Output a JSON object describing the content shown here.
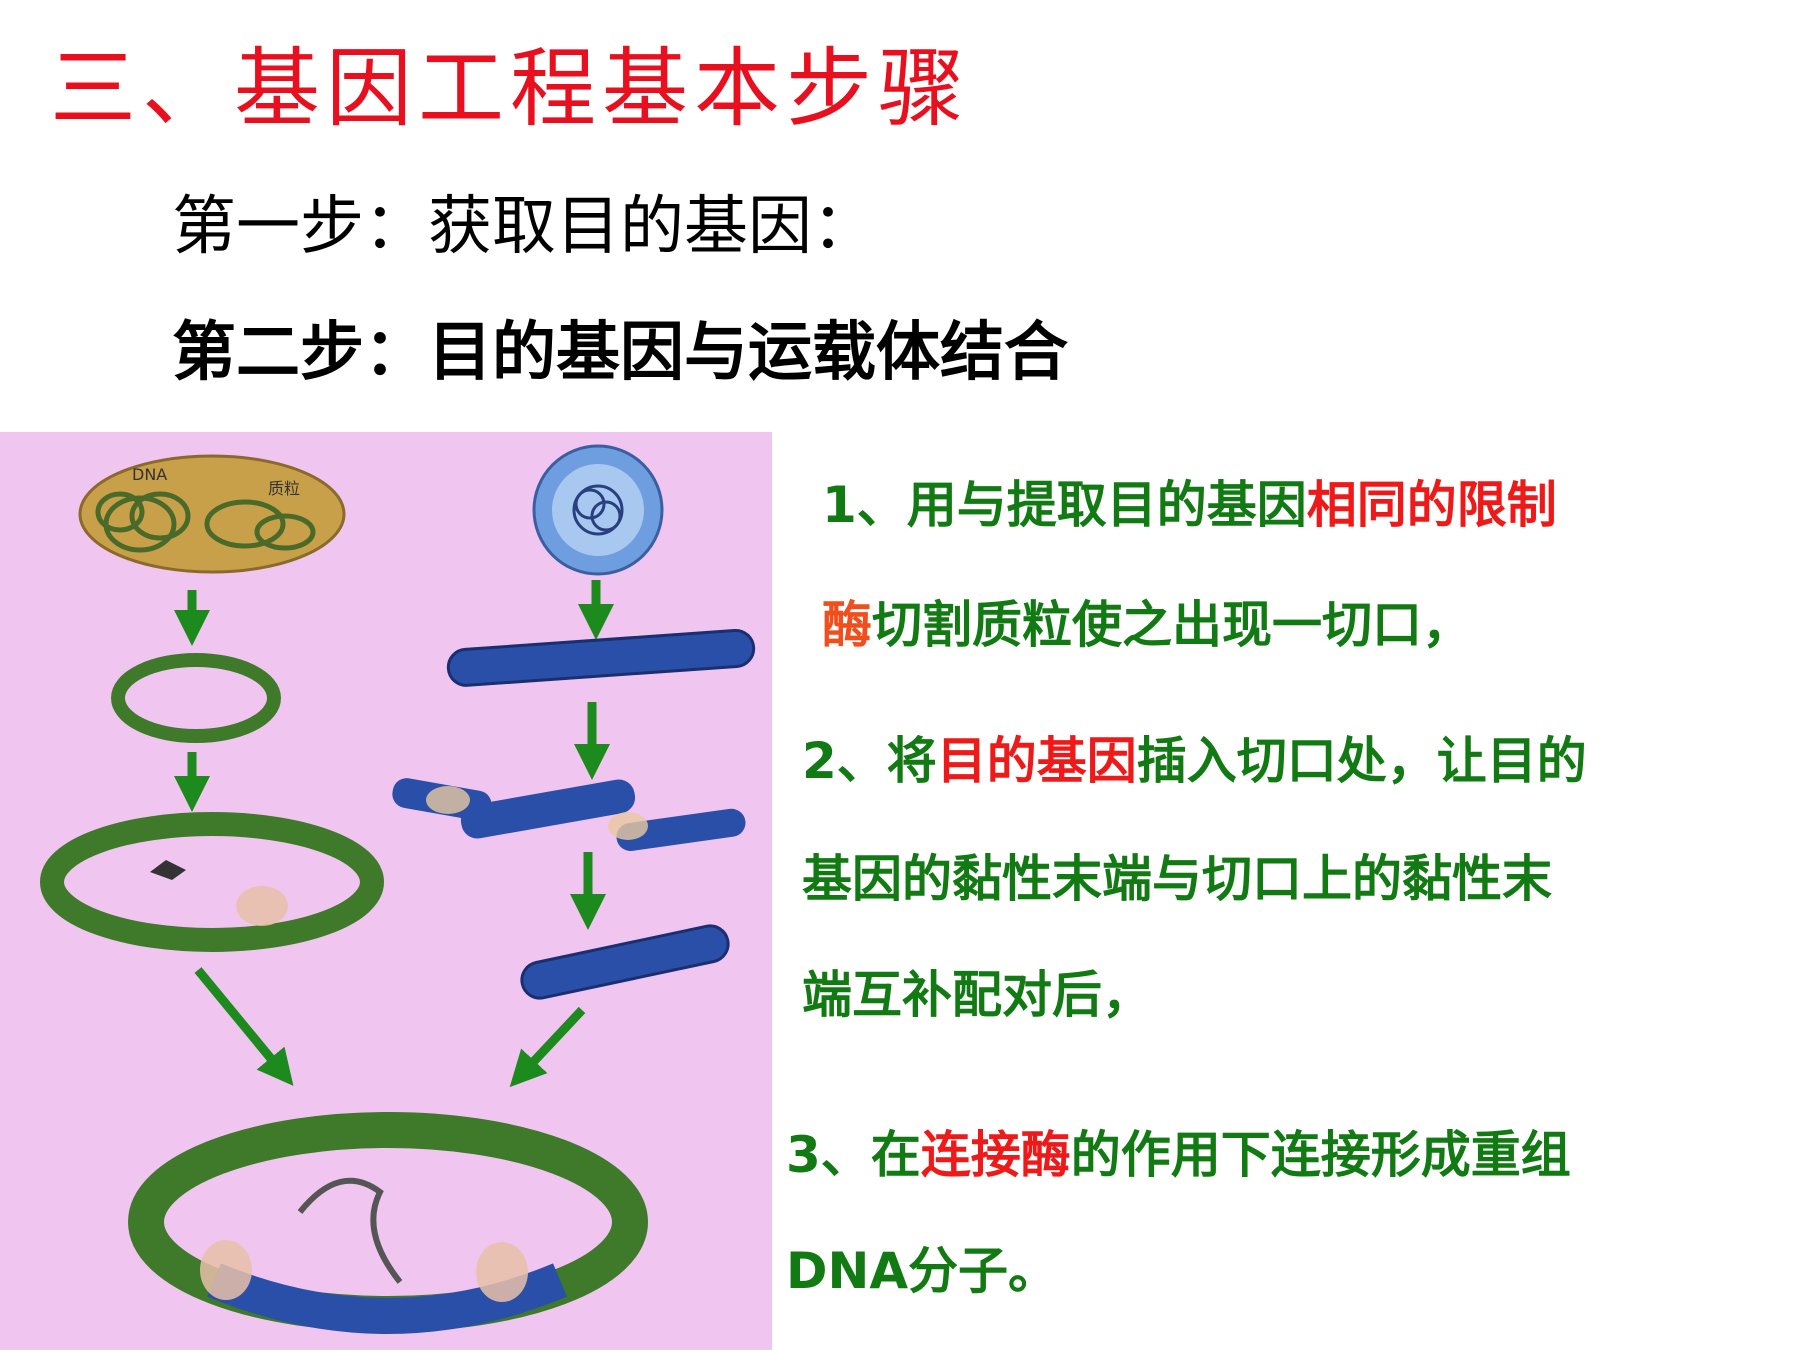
{
  "title": "三、基因工程基本步骤",
  "step1": "第一步：获取目的基因：",
  "step2": "第二步：目的基因与运载体结合",
  "diagram": {
    "dna_label": "DNA",
    "plasmid_label": "质粒"
  },
  "description": {
    "p1_a": "1、用与提取目的基因",
    "p1_b": "相同的限制",
    "p1_c": "酶",
    "p1_d": "切割质粒使之出现一切口，",
    "p2_a": "2、将",
    "p2_b": "目的基因",
    "p2_c": "插入切口处，让目的",
    "p2_d": "基因的黏性末端与切口上的黏性末",
    "p2_e": "端互补配对后，",
    "p3_a": "3、在",
    "p3_b": "连接酶",
    "p3_c": "的作用下连接形成重组",
    "p3_d": "DNA分子。"
  },
  "colors": {
    "title_red": "#e8101e",
    "body_green": "#127a12",
    "highlight_red": "#ee1a1a",
    "highlight_orange": "#f04e1c",
    "panel_pink": "#f0c6f0",
    "arrow_green": "#1c8a1c",
    "plasmid_green": "#3f7a2a",
    "gene_blue": "#2a4fa8"
  }
}
